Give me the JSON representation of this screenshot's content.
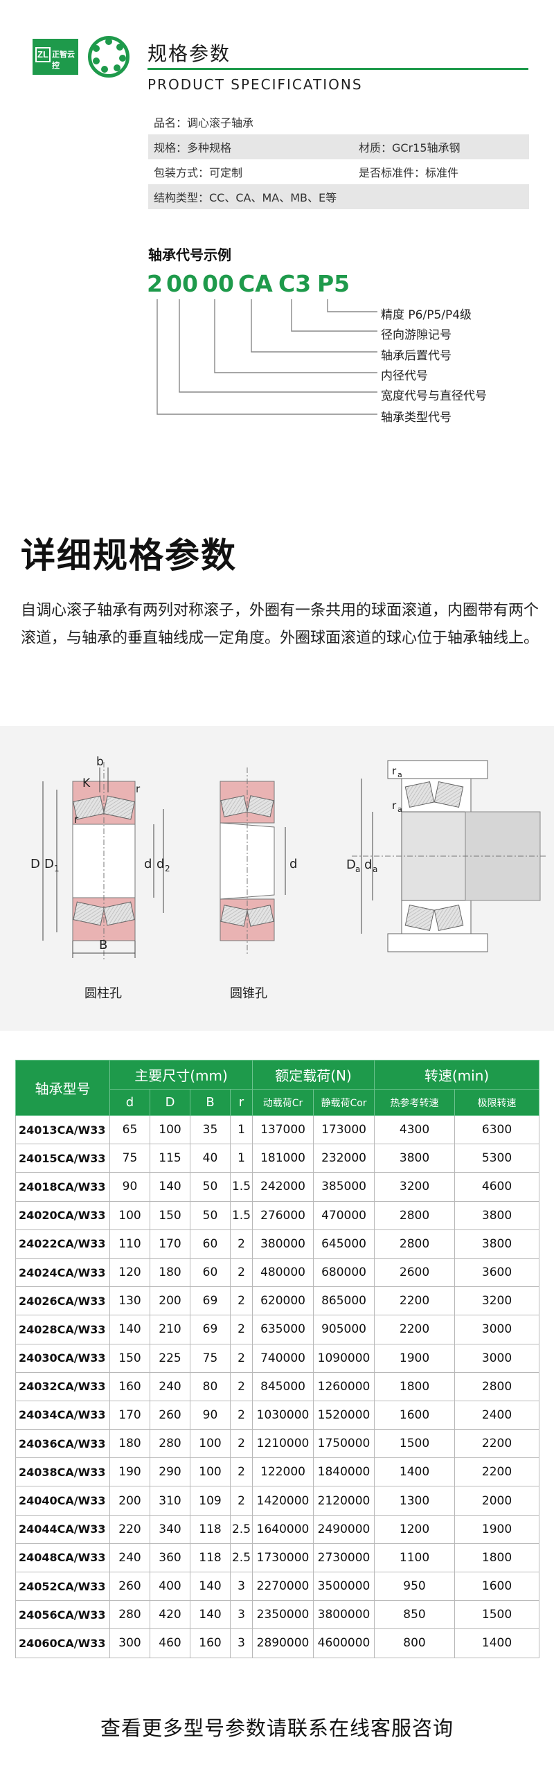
{
  "header": {
    "logo_text": "正智云控",
    "logo_mark": "ZL",
    "title_cn": "规格参数",
    "title_en": "PRODUCT SPECIFICATIONS"
  },
  "specs": [
    {
      "left": "品名：调心滚子轴承",
      "right": "",
      "shaded": false
    },
    {
      "left": "规格：多种规格",
      "right": "材质：GCr15轴承钢",
      "shaded": true
    },
    {
      "left": "包装方式：可定制",
      "right": "是否标准件：标准件",
      "shaded": false
    },
    {
      "left": "结构类型：CC、CA、MA、MB、E等",
      "right": "",
      "shaded": true
    }
  ],
  "code_example": {
    "title": "轴承代号示例",
    "parts": [
      "2",
      "00",
      "00",
      "CA",
      "C3",
      "P5"
    ],
    "labels": [
      "精度 P6/P5/P4级",
      "径向游隙记号",
      "轴承后置代号",
      "内径代号",
      "宽度代号与直径代号",
      "轴承类型代号"
    ]
  },
  "detail": {
    "title": "详细规格参数",
    "description": "自调心滚子轴承有两列对称滚子，外圈有一条共用的球面滚道，内圈带有两个滚道，与轴承的垂直轴线成一定角度。外圈球面滚道的球心位于轴承轴线上。"
  },
  "drawing": {
    "label_cylinder": "圆柱孔",
    "label_taper": "圆锥孔",
    "dims": {
      "b": "b",
      "K": "K",
      "r": "r",
      "D": "D",
      "D1": "D",
      "D1_sub": "1",
      "d": "d",
      "d2": "d",
      "d2_sub": "2",
      "B": "B",
      "d_taper": "d",
      "ra": "r",
      "ra_sub": "a",
      "Da": "D",
      "Da_sub": "a",
      "da": "d",
      "da_sub": "a"
    }
  },
  "table": {
    "h_model": "轴承型号",
    "h_size": "主要尺寸(mm)",
    "h_load": "额定载荷(N)",
    "h_speed": "转速(min)",
    "sub": [
      "d",
      "D",
      "B",
      "r",
      "动载荷Cr",
      "静载荷Cor",
      "热参考转速",
      "极限转速"
    ],
    "rows": [
      [
        "24013CA/W33",
        "65",
        "100",
        "35",
        "1",
        "137000",
        "173000",
        "4300",
        "6300"
      ],
      [
        "24015CA/W33",
        "75",
        "115",
        "40",
        "1",
        "181000",
        "232000",
        "3800",
        "5300"
      ],
      [
        "24018CA/W33",
        "90",
        "140",
        "50",
        "1.5",
        "242000",
        "385000",
        "3200",
        "4600"
      ],
      [
        "24020CA/W33",
        "100",
        "150",
        "50",
        "1.5",
        "276000",
        "470000",
        "2800",
        "3800"
      ],
      [
        "24022CA/W33",
        "110",
        "170",
        "60",
        "2",
        "380000",
        "645000",
        "2800",
        "3800"
      ],
      [
        "24024CA/W33",
        "120",
        "180",
        "60",
        "2",
        "480000",
        "680000",
        "2600",
        "3600"
      ],
      [
        "24026CA/W33",
        "130",
        "200",
        "69",
        "2",
        "620000",
        "865000",
        "2200",
        "3200"
      ],
      [
        "24028CA/W33",
        "140",
        "210",
        "69",
        "2",
        "635000",
        "905000",
        "2200",
        "3000"
      ],
      [
        "24030CA/W33",
        "150",
        "225",
        "75",
        "2",
        "740000",
        "1090000",
        "1900",
        "3000"
      ],
      [
        "24032CA/W33",
        "160",
        "240",
        "80",
        "2",
        "845000",
        "1260000",
        "1800",
        "2800"
      ],
      [
        "24034CA/W33",
        "170",
        "260",
        "90",
        "2",
        "1030000",
        "1520000",
        "1600",
        "2400"
      ],
      [
        "24036CA/W33",
        "180",
        "280",
        "100",
        "2",
        "1210000",
        "1750000",
        "1500",
        "2200"
      ],
      [
        "24038CA/W33",
        "190",
        "290",
        "100",
        "2",
        "122000",
        "1840000",
        "1400",
        "2200"
      ],
      [
        "24040CA/W33",
        "200",
        "310",
        "109",
        "2",
        "1420000",
        "2120000",
        "1300",
        "2000"
      ],
      [
        "24044CA/W33",
        "220",
        "340",
        "118",
        "2.5",
        "1640000",
        "2490000",
        "1200",
        "1900"
      ],
      [
        "24048CA/W33",
        "240",
        "360",
        "118",
        "2.5",
        "1730000",
        "2730000",
        "1100",
        "1800"
      ],
      [
        "24052CA/W33",
        "260",
        "400",
        "140",
        "3",
        "2270000",
        "3500000",
        "950",
        "1600"
      ],
      [
        "24056CA/W33",
        "280",
        "420",
        "140",
        "3",
        "2350000",
        "3800000",
        "850",
        "1500"
      ],
      [
        "24060CA/W33",
        "300",
        "460",
        "160",
        "3",
        "2890000",
        "4600000",
        "800",
        "1400"
      ]
    ]
  },
  "footer": "查看更多型号参数请联系在线客服咨询",
  "colors": {
    "accent": "#1e9a4b",
    "ring_pink": "#e9b3b3",
    "shade": "#e6e6e6"
  }
}
